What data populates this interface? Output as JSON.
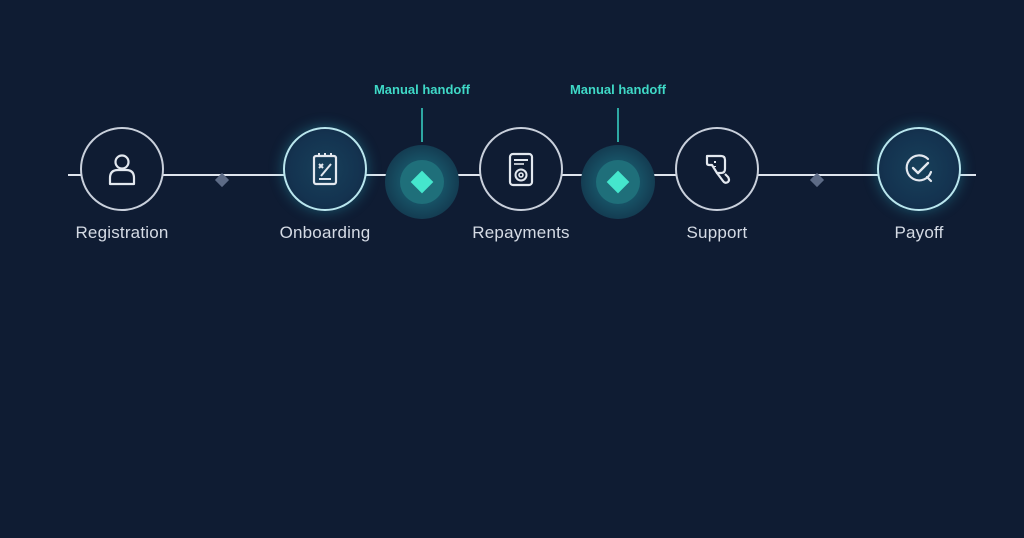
{
  "steps": [
    {
      "label": "Registration",
      "icon": "user-icon",
      "active": false
    },
    {
      "label": "Onboarding",
      "icon": "clipboard-icon",
      "active": true
    },
    {
      "label": "Repayments",
      "icon": "payment-terminal-icon",
      "active": false
    },
    {
      "label": "Support",
      "icon": "support-tag-icon",
      "active": false
    },
    {
      "label": "Payoff",
      "icon": "check-badge-icon",
      "active": true
    }
  ],
  "handoffs": [
    {
      "label": "Manual handoff"
    },
    {
      "label": "Manual handoff"
    }
  ],
  "colors": {
    "background": "#0f1c33",
    "line": "#dfe5ee",
    "accent": "#45e6cd",
    "handoff_text": "#3fd9c7",
    "neutral_diamond": "#5d6b86"
  }
}
